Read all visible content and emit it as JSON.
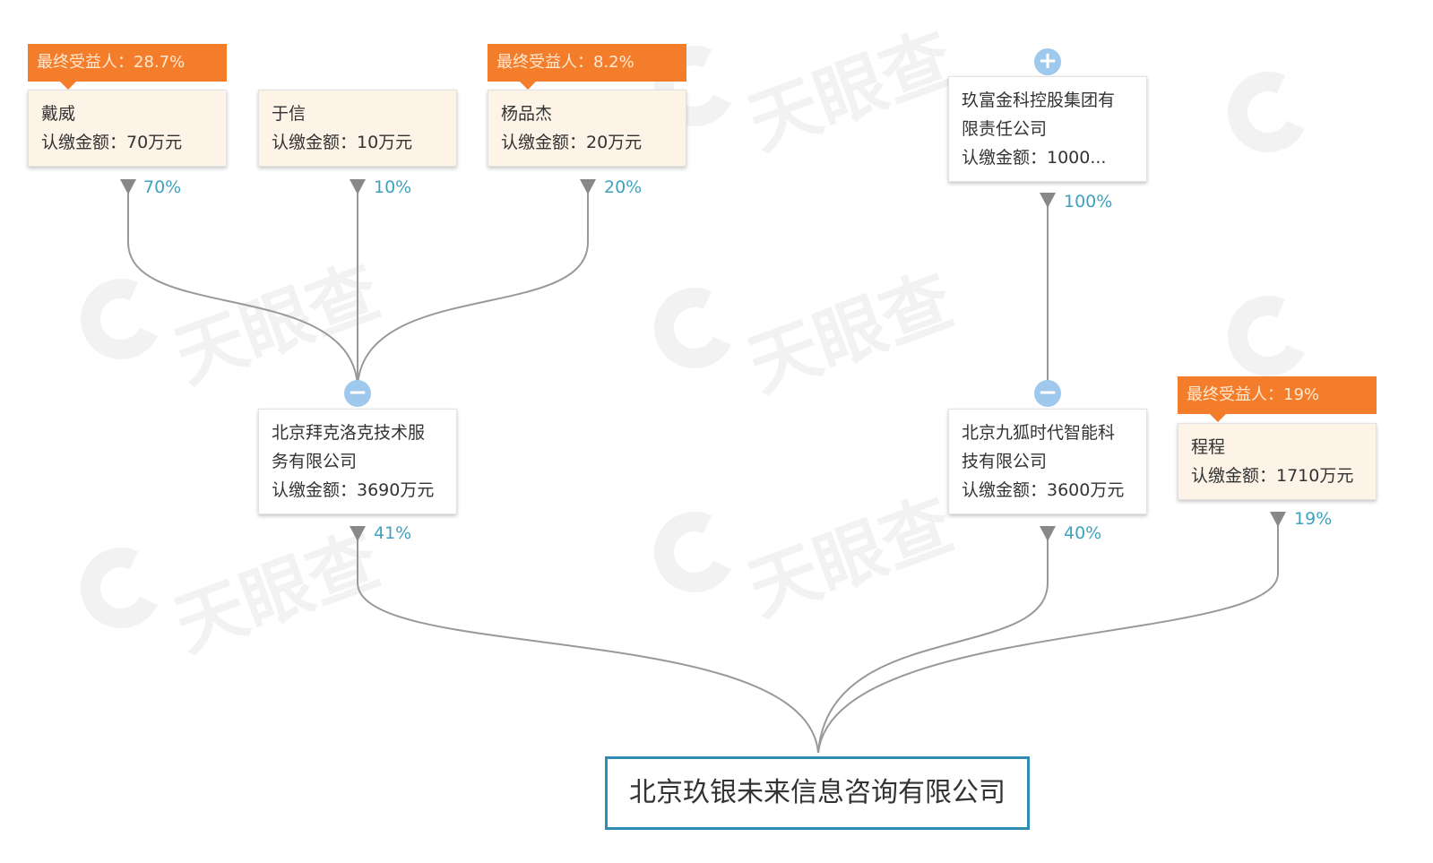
{
  "shareholders_left": [
    {
      "name": "戴威",
      "amount": "认缴金额：70万元",
      "beneficiary": "最终受益人：28.7%",
      "percent": "70%"
    },
    {
      "name": "于信",
      "amount": "认缴金额：10万元",
      "beneficiary": "",
      "percent": "10%"
    },
    {
      "name": "杨品杰",
      "amount": "认缴金额：20万元",
      "beneficiary": "最终受益人：8.2%",
      "percent": "20%"
    }
  ],
  "parent_right": {
    "name_line1": "玖富金科控股集团有",
    "name_line2": "限责任公司",
    "amount": "认缴金额：1000...",
    "percent": "100%",
    "toggle": "+"
  },
  "mid": [
    {
      "name_line1": "北京拜克洛克技术服",
      "name_line2": "务有限公司",
      "amount": "认缴金额：3690万元",
      "percent": "41%",
      "toggle": "−"
    },
    {
      "name_line1": "北京九狐时代智能科",
      "name_line2": "技有限公司",
      "amount": "认缴金额：3600万元",
      "percent": "40%",
      "toggle": "−"
    },
    {
      "name": "程程",
      "amount": "认缴金额：1710万元",
      "beneficiary": "最终受益人：19%",
      "percent": "19%"
    }
  ],
  "target": {
    "name": "北京玖银未来信息咨询有限公司"
  },
  "watermark": {
    "text": "天眼查"
  },
  "colors": {
    "accent": "#f47d2b",
    "percent": "#3ea2bf",
    "border": "#2f8db3",
    "line": "#999999",
    "person_bg": "#fdf3e6"
  }
}
